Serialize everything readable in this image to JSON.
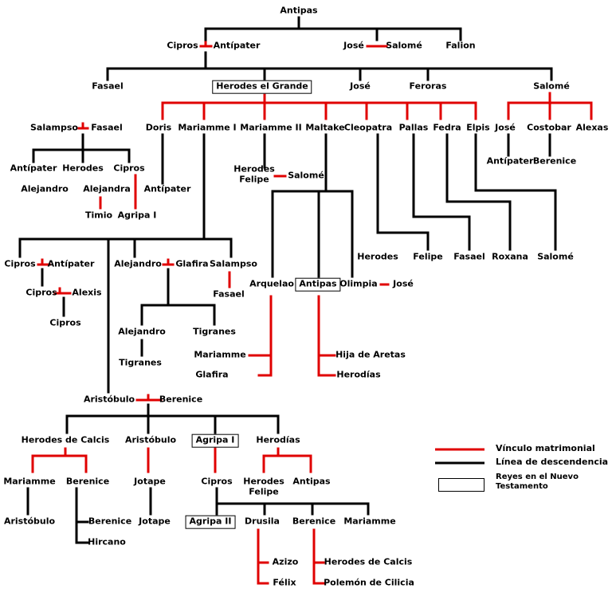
{
  "colors": {
    "marriage": "#e00000",
    "descent": "#000000",
    "background": "#ffffff"
  },
  "persons": {
    "antipas_top": "Antipas",
    "cipros_1": "Cipros",
    "antipater_1": "Antípater",
    "jose_1": "José",
    "salome_1": "Salomé",
    "falion": "Falion",
    "fasael_1": "Fasael",
    "herodes_grande": "Herodes el Grande",
    "jose_2": "José",
    "feroras": "Feroras",
    "salome_2": "Salomé",
    "salampso_1": "Salampso",
    "fasael_2": "Fasael",
    "doris": "Doris",
    "mariamme_1": "Mariamme I",
    "mariamme_2": "Mariamme II",
    "maltake": "Maltake",
    "cleopatra": "Cleopatra",
    "pallas": "Pallas",
    "fedra": "Fedra",
    "elpis": "Elpis",
    "jose_3": "José",
    "costobar": "Costobar",
    "alexas": "Alexas",
    "antipater_2": "Antípater",
    "herodes_1": "Herodes",
    "cipros_2": "Cipros",
    "antipater_3": "Antípater",
    "berenice_1": "Berenice",
    "herodes_felipe_1": "Herodes\nFelipe",
    "salome_3": "Salomé",
    "alejandro_1": "Alejandro",
    "alejandra": "Alejandra",
    "antipater_4": "Antípater",
    "timio": "Timio",
    "agripa_1": "Agripa I",
    "herodes_2": "Herodes",
    "felipe_1": "Felipe",
    "fasael_3": "Fasael",
    "roxana": "Roxana",
    "salome_4": "Salomé",
    "cipros_3": "Cipros",
    "antipater_5": "Antípater",
    "alejandro_2": "Alejandro",
    "glafira_1": "Glafira",
    "salampso_2": "Salampso",
    "arquelao": "Arquelao",
    "antipas_nt": "Antipas",
    "olimpia": "Olimpia",
    "jose_4": "José",
    "cipros_4": "Cipros",
    "alexis": "Alexis",
    "fasael_4": "Fasael",
    "cipros_5": "Cipros",
    "alejandro_3": "Alejandro",
    "tigranes_1": "Tigranes",
    "tigranes_2": "Tigranes",
    "mariamme_3": "Mariamme",
    "glafira_2": "Glafira",
    "hija_aretas": "Hija de Aretas",
    "herodias_1": "Herodías",
    "aristobulo_1": "Aristóbulo",
    "berenice_2": "Berenice",
    "herodes_calcis_1": "Herodes de Calcis",
    "aristobulo_2": "Aristóbulo",
    "agripa_1_nt": "Agripa I",
    "herodias_2": "Herodías",
    "mariamme_4": "Mariamme",
    "berenice_3": "Berenice",
    "jotape_1": "Jotape",
    "cipros_6": "Cipros",
    "herodes_felipe_2": "Herodes\nFelipe",
    "antipas_3": "Antipas",
    "aristobulo_3": "Aristóbulo",
    "berenice_4": "Berenice",
    "hircano": "Hircano",
    "jotape_2": "Jotape",
    "agripa_2": "Agripa II",
    "drusila": "Drusila",
    "berenice_5": "Berenice",
    "mariamme_5": "Mariamme",
    "azizo": "Azizo",
    "felix": "Félix",
    "herodes_calcis_2": "Herodes de Calcis",
    "polemon": "Polemón de Cilicia"
  },
  "legend": {
    "marriage": "Vínculo matrimonial",
    "descent": "Línea de descendencia",
    "nt_kings": "Reyes en el Nuevo\nTestamento"
  }
}
